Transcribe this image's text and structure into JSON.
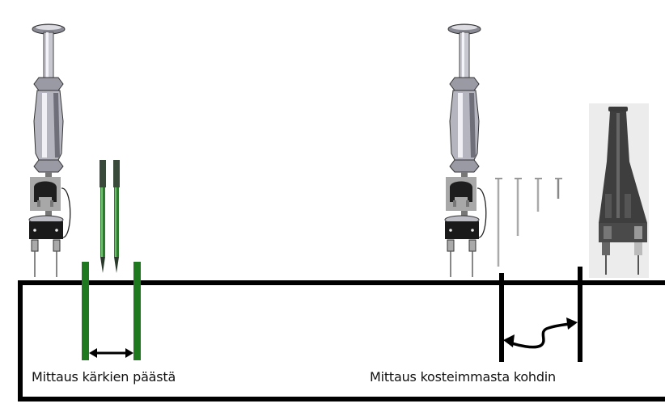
{
  "diagram": {
    "labels": {
      "left": "Mittaus kärkien päästä",
      "right": "Mittaus kosteimmasta kohdin"
    },
    "colors": {
      "background": "#ffffff",
      "outline": "#000000",
      "green_marker": "#1f7a1f",
      "insulated_pin": "#2e6b2e",
      "steel": "#b8b8c0",
      "probe_head_bg": "#eeeeee"
    },
    "elements": {
      "left_tool": "hammer-electrode",
      "left_pins": "insulated-pins",
      "right_tool": "hammer-electrode",
      "right_pins": "uninsulated-pins",
      "probe_head": "electrode-head"
    }
  }
}
